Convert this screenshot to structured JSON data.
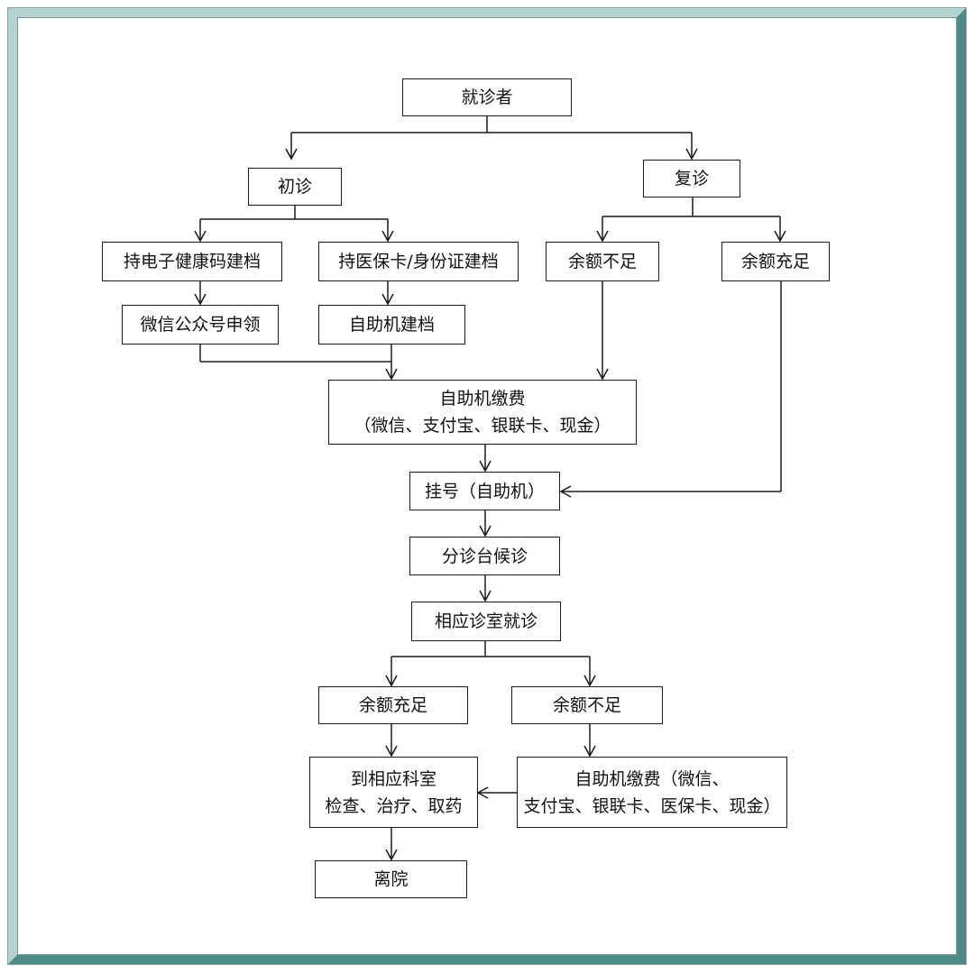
{
  "diagram": {
    "patient": "就诊者",
    "first_visit": "初诊",
    "return_visit": "复诊",
    "health_code_file": "持电子健康码建档",
    "insurance_id_file": "持医保卡/身份证建档",
    "insufficient_top": "余额不足",
    "sufficient_top": "余额充足",
    "wechat_apply": "微信公众号申领",
    "kiosk_file": "自助机建档",
    "kiosk_pay_line1": "自助机缴费",
    "kiosk_pay_line2": "（微信、支付宝、银联卡、现金）",
    "register": "挂号（自助机）",
    "triage_wait": "分诊台候诊",
    "consult_room": "相应诊室就诊",
    "sufficient_bottom": "余额充足",
    "insufficient_bottom": "余额不足",
    "dept_line1": "到相应科室",
    "dept_line2": "检查、治疗、取药",
    "kiosk_pay2_line1": "自助机缴费（微信、",
    "kiosk_pay2_line2": "支付宝、银联卡、医保卡、现金）",
    "discharge": "离院"
  }
}
